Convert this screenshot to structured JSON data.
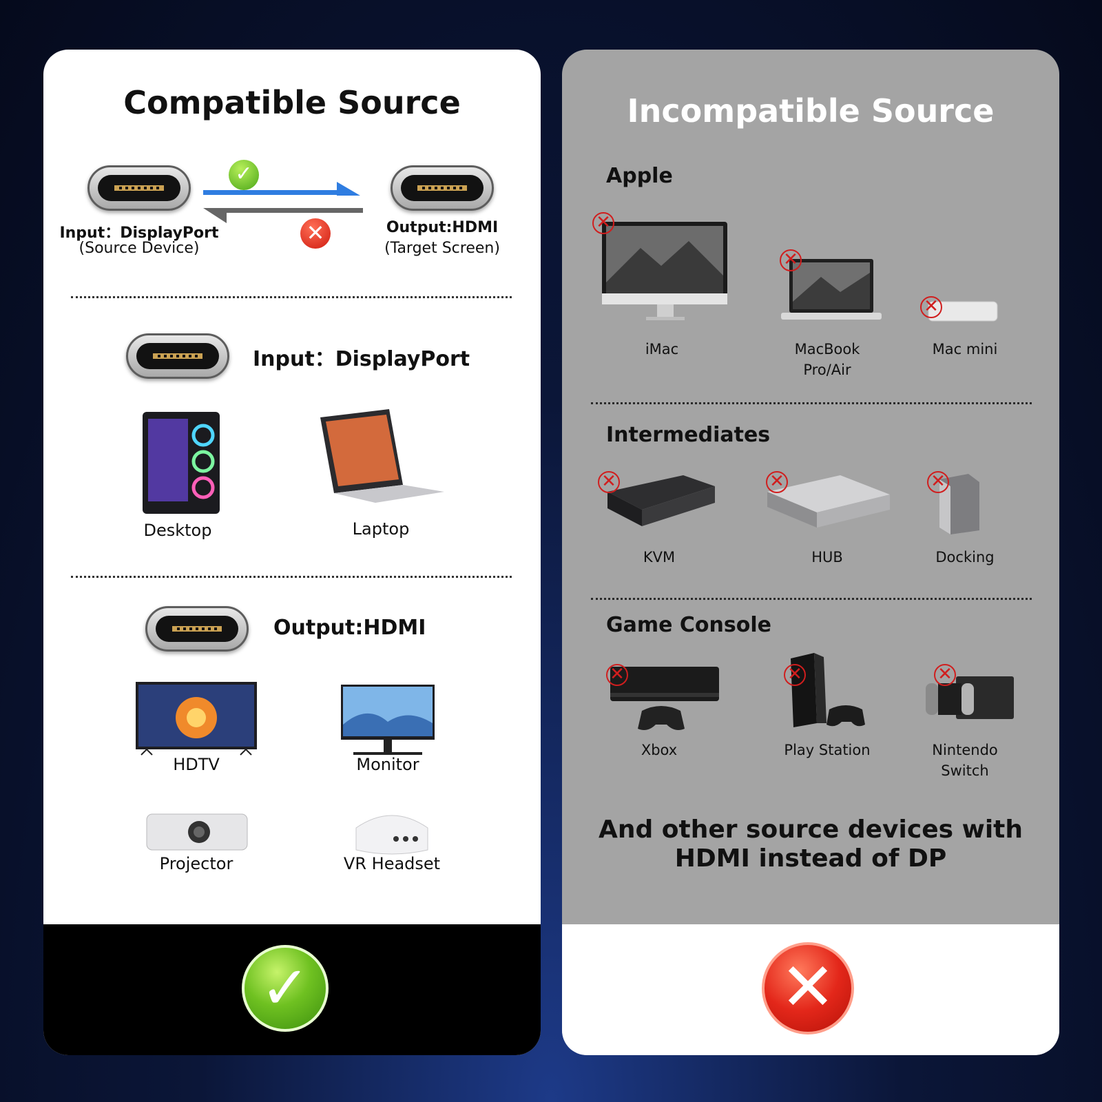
{
  "left": {
    "title": "Compatible Source",
    "diagram": {
      "input_label": "Input：DisplayPort",
      "input_sub": "(Source Device)",
      "output_label": "Output:HDMI",
      "output_sub": "(Target Screen)"
    },
    "input_section": {
      "heading": "Input：DisplayPort",
      "devices": [
        "Desktop",
        "Laptop"
      ]
    },
    "output_section": {
      "heading": "Output:HDMI",
      "devices": [
        "HDTV",
        "Monitor",
        "Projector",
        "VR Headset"
      ]
    },
    "footer_icon": "check-icon"
  },
  "right": {
    "title": "Incompatible Source",
    "apple": {
      "heading": "Apple",
      "devices": [
        "iMac",
        "MacBook\nPro/Air",
        "Mac mini"
      ]
    },
    "intermediates": {
      "heading": "Intermediates",
      "devices": [
        "KVM",
        "HUB",
        "Docking"
      ]
    },
    "game_console": {
      "heading": "Game Console",
      "devices": [
        "Xbox",
        "Play Station",
        "Nintendo\nSwitch"
      ]
    },
    "note_line1": "And other source devices with",
    "note_line2": "HDMI instead of DP",
    "footer_icon": "cross-icon"
  },
  "colors": {
    "arrow_blue": "#2f7de1",
    "arrow_gray": "#666666",
    "check_green": "#5fb81c",
    "cross_red": "#e3271a"
  }
}
